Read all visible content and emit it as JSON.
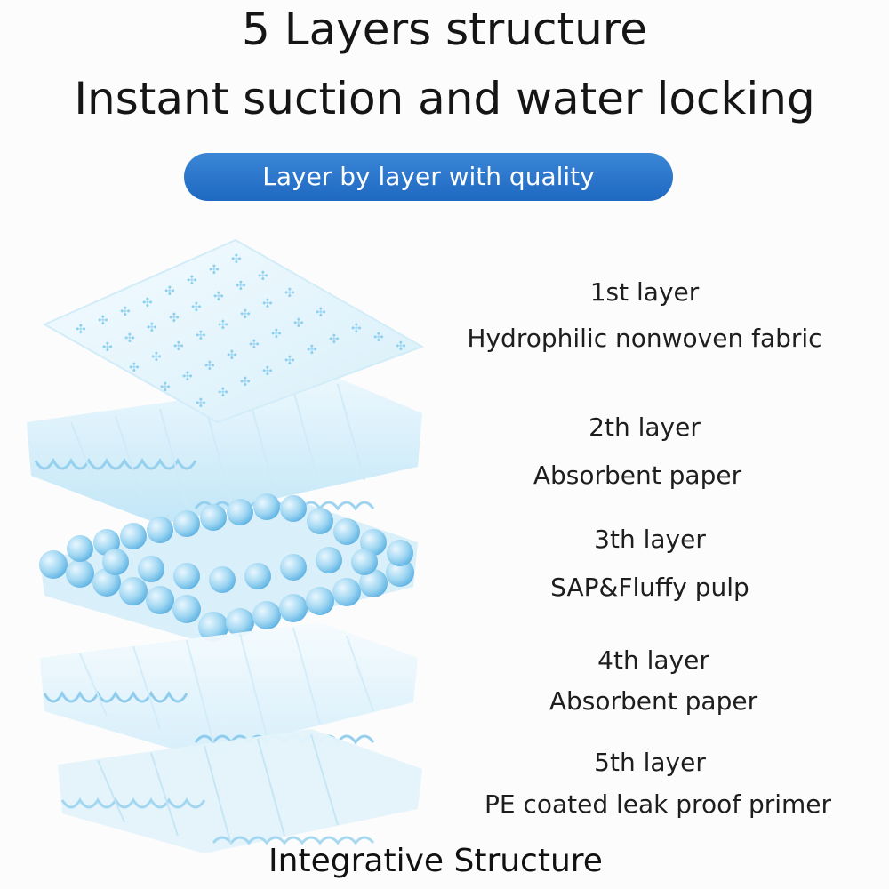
{
  "header": {
    "title": "5 Layers structure",
    "subtitle": "Instant suction and water locking",
    "badge": "Layer by layer with quality"
  },
  "layers": [
    {
      "name": "1st layer",
      "material": "Hydrophilic nonwoven fabric"
    },
    {
      "name": "2th layer",
      "material": "Absorbent paper"
    },
    {
      "name": "3th layer",
      "material": "SAP&Fluffy pulp"
    },
    {
      "name": "4th layer",
      "material": "Absorbent paper"
    },
    {
      "name": "5th layer",
      "material": "PE coated leak proof primer"
    }
  ],
  "footer": {
    "label": "Integrative Structure"
  },
  "colors": {
    "badge": "#2a78cf",
    "layer_light": "#e6f4fc",
    "layer_mid": "#a9dcf4",
    "layer_deep": "#6fc0ea",
    "dots": "#8fd0ef"
  }
}
